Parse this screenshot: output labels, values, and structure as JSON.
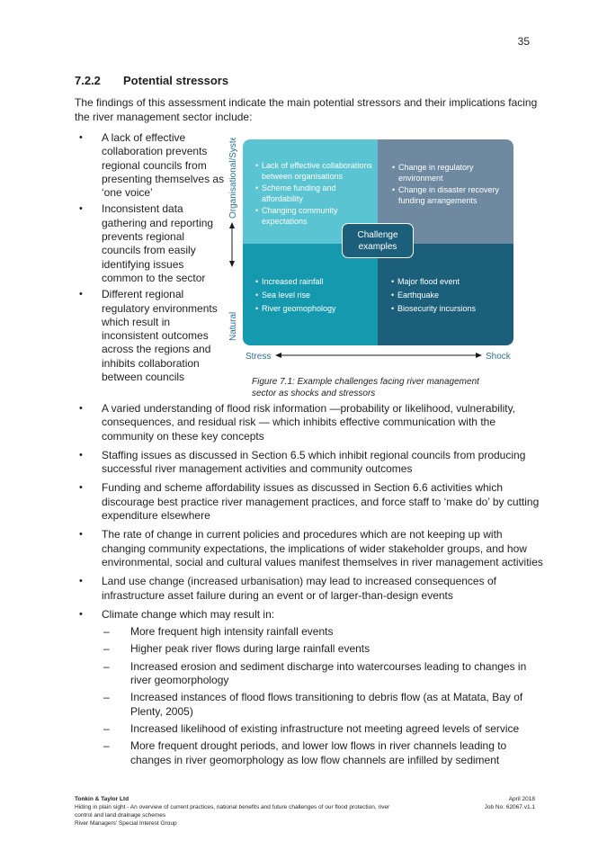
{
  "page_number": "35",
  "section": {
    "number": "7.2.2",
    "title": "Potential stressors"
  },
  "intro": "The findings of this assessment indicate the main potential stressors and their implications facing the river management sector include:",
  "left_bullets": [
    "A lack of effective collaboration prevents regional councils from presenting themselves as ‘one voice’",
    "Inconsistent data gathering and reporting prevents regional councils from easily identifying issues common to the sector",
    "Different regional regulatory environments which result in inconsistent outcomes across the regions and inhibits collaboration between councils"
  ],
  "main_bullets": [
    "A varied understanding of flood risk information —probability or likelihood, vulnerability, consequences, and residual risk — which inhibits effective communication with the community on these key concepts",
    "Staffing issues as discussed in Section 6.5 which inhibit regional councils from producing successful river management activities and community outcomes",
    "Funding and scheme affordability issues as discussed in Section 6.6 activities which discourage best practice river management practices, and force staff to ‘make do’ by cutting expenditure elsewhere",
    "The rate of change in current policies and procedures which are not keeping up with changing community expectations, the implications of wider stakeholder groups, and how environmental, social and cultural values manifest themselves in river management activities",
    "Land use change (increased urbanisation) may lead to increased consequences of infrastructure asset failure during an event or of larger-than-design events",
    "Climate change which may result in:"
  ],
  "climate_sub_bullets": [
    "More frequent high intensity rainfall events",
    "Higher peak river flows during large rainfall events",
    "Increased erosion and sediment discharge into watercourses leading to changes in river geomorphology",
    "Increased instances of flood flows transitioning to debris flow (as at Matata, Bay of Plenty, 2005)",
    "Increased likelihood of existing infrastructure not meeting agreed levels of service",
    "More frequent drought periods, and lower low flows in river channels leading to changes in river geomorphology as low flow channels are infilled by sediment"
  ],
  "bullet_glyph": "•",
  "dash_glyph": "–",
  "figure": {
    "top_left": [
      "Lack of effective collaborations between organisations",
      "Scheme funding and affordability",
      "Changing community expectations"
    ],
    "top_right": [
      "Change in regulatory environment",
      "Change in disaster recovery funding arrangements"
    ],
    "bottom_left": [
      "Increased rainfall",
      "Sea level rise",
      "River geomophology"
    ],
    "bottom_right": [
      "Major flood event",
      "Earthquake",
      "Biosecurity incursions"
    ],
    "center_label": "Challenge examples",
    "y_axis_top": "Organisational/Systemic",
    "y_axis_bottom": "Natural",
    "x_axis_left": "Stress",
    "x_axis_right": "Shock",
    "colors": {
      "top_left": "#5bc4d3",
      "top_right": "#6f8aa0",
      "bottom_left": "#1599ae",
      "bottom_right": "#1c5f7a",
      "axis": "#2b6e93"
    },
    "caption": "Figure 7.1: Example challenges facing river management sector as shocks and stressors"
  },
  "footer": {
    "company": "Tonkin & Taylor Ltd",
    "doc_title": "Hiding in plain sight - An overview of current practices, national benefits and future challenges of our flood protection, river control and land drainage schemes",
    "client": "River Managers' Special Interest Group",
    "date": "April 2018",
    "job": "Job No: 62067.v1.1"
  }
}
